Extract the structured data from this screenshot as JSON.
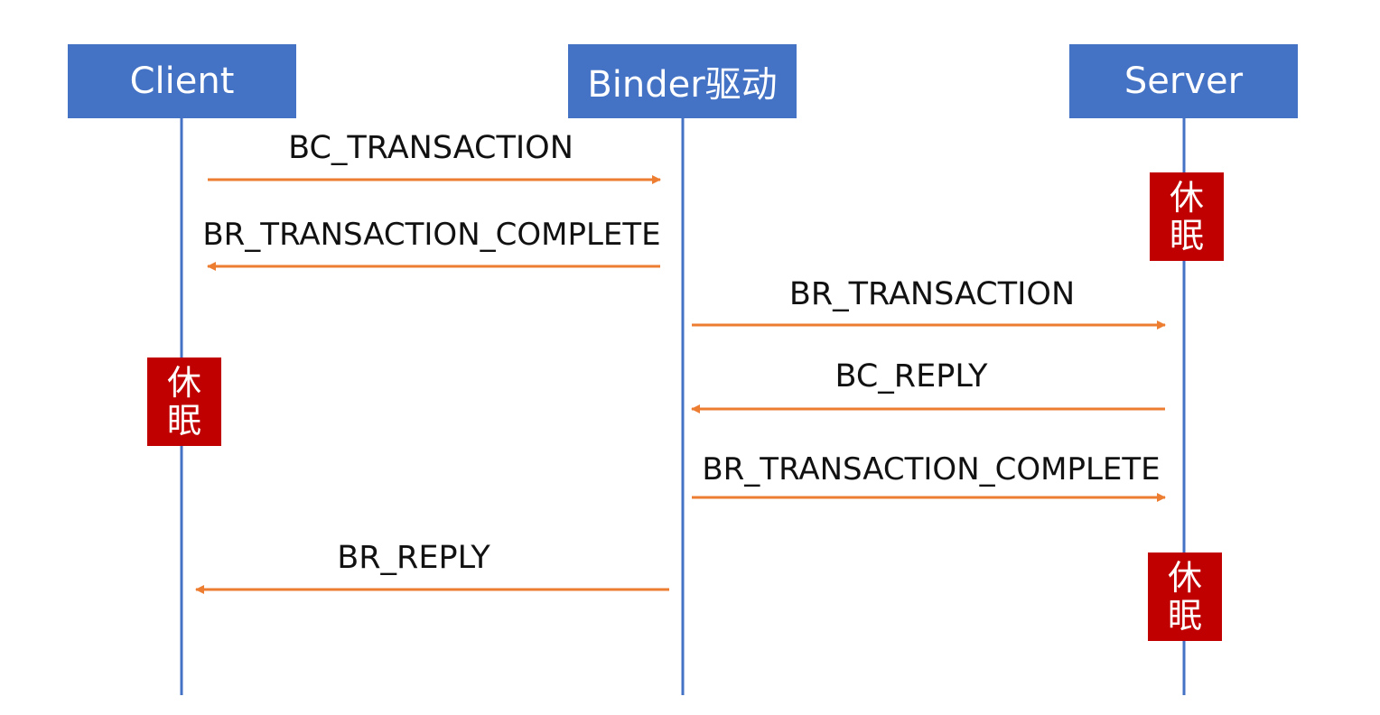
{
  "participants": {
    "client": "Client",
    "binder": "Binder驱动",
    "server": "Server"
  },
  "sleep": {
    "line1": "休",
    "line2": "眠"
  },
  "messages": {
    "m1": "BC_TRANSACTION",
    "m2": "BR_TRANSACTION_COMPLETE",
    "m3": "BR_TRANSACTION",
    "m4": "BC_REPLY",
    "m5": "BR_TRANSACTION_COMPLETE",
    "m6": "BR_REPLY"
  },
  "colors": {
    "header": "#4472c4",
    "lifeline": "#4472c4",
    "arrow": "#ed7d31",
    "sleep": "#c00000"
  }
}
